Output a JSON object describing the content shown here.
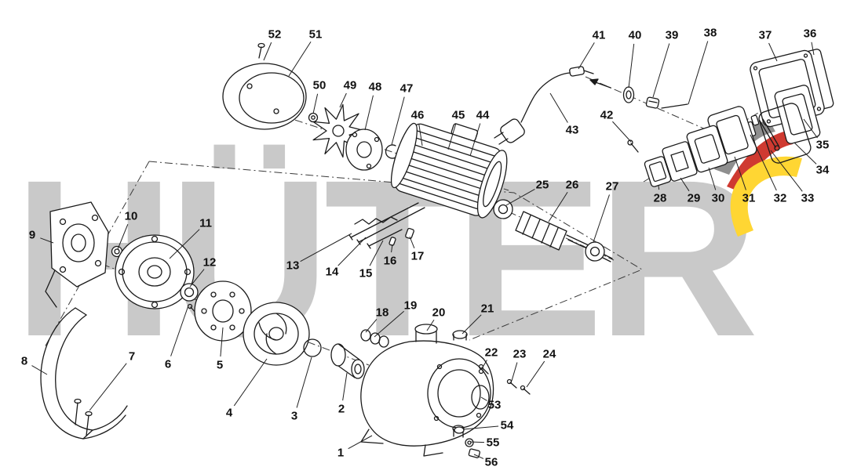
{
  "diagram": {
    "watermark": "HÜTER",
    "callouts": [
      "1",
      "2",
      "3",
      "4",
      "5",
      "6",
      "7",
      "8",
      "9",
      "10",
      "11",
      "12",
      "13",
      "14",
      "15",
      "16",
      "17",
      "18",
      "19",
      "20",
      "21",
      "22",
      "23",
      "24",
      "25",
      "26",
      "27",
      "28",
      "29",
      "30",
      "31",
      "32",
      "33",
      "34",
      "35",
      "36",
      "37",
      "38",
      "39",
      "40",
      "41",
      "42",
      "43",
      "44",
      "45",
      "46",
      "47",
      "48",
      "49",
      "50",
      "51",
      "52",
      "53",
      "54",
      "55",
      "56"
    ],
    "colors": {
      "background": "#ffffff",
      "line": "#1a1a1a",
      "watermark": "#c9c9c9",
      "logo_gray": "#8f8f8f",
      "logo_red": "#cf3a31",
      "logo_yellow": "#ffd633"
    }
  }
}
